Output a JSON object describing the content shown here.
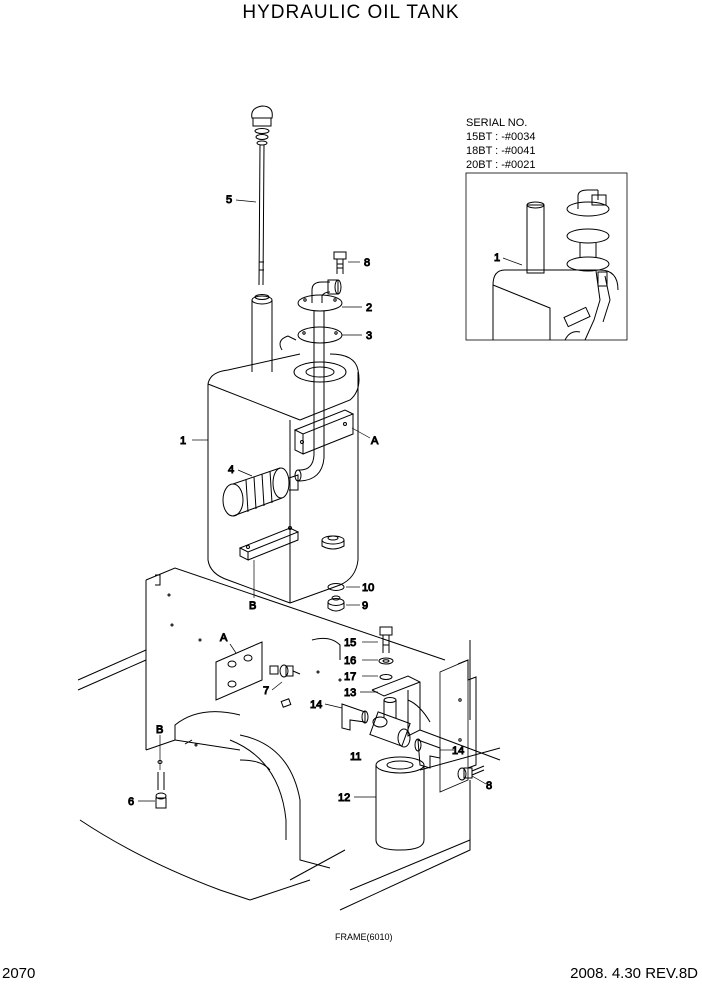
{
  "title": "HYDRAULIC  OIL TANK",
  "page_number": "2070",
  "revision": "2008. 4.30  REV.8D",
  "frame_reference": "FRAME(6010)",
  "serial_note": {
    "heading": "SERIAL NO.",
    "lines": [
      "15BT : -#0034",
      "18BT : -#0041",
      "20BT : -#0021"
    ]
  },
  "callouts": {
    "c1": "1",
    "c2": "2",
    "c3": "3",
    "c4": "4",
    "c5": "5",
    "c6": "6",
    "c7": "7",
    "c8a": "8",
    "c8b": "8",
    "c9": "9",
    "c10": "10",
    "c11": "11",
    "c12": "12",
    "c13": "13",
    "c14a": "14",
    "c14b": "14",
    "c15": "15",
    "c16": "16",
    "c17": "17",
    "ca1": "A",
    "ca2": "A",
    "cb1": "B",
    "cb2": "B",
    "c1inset": "1"
  }
}
